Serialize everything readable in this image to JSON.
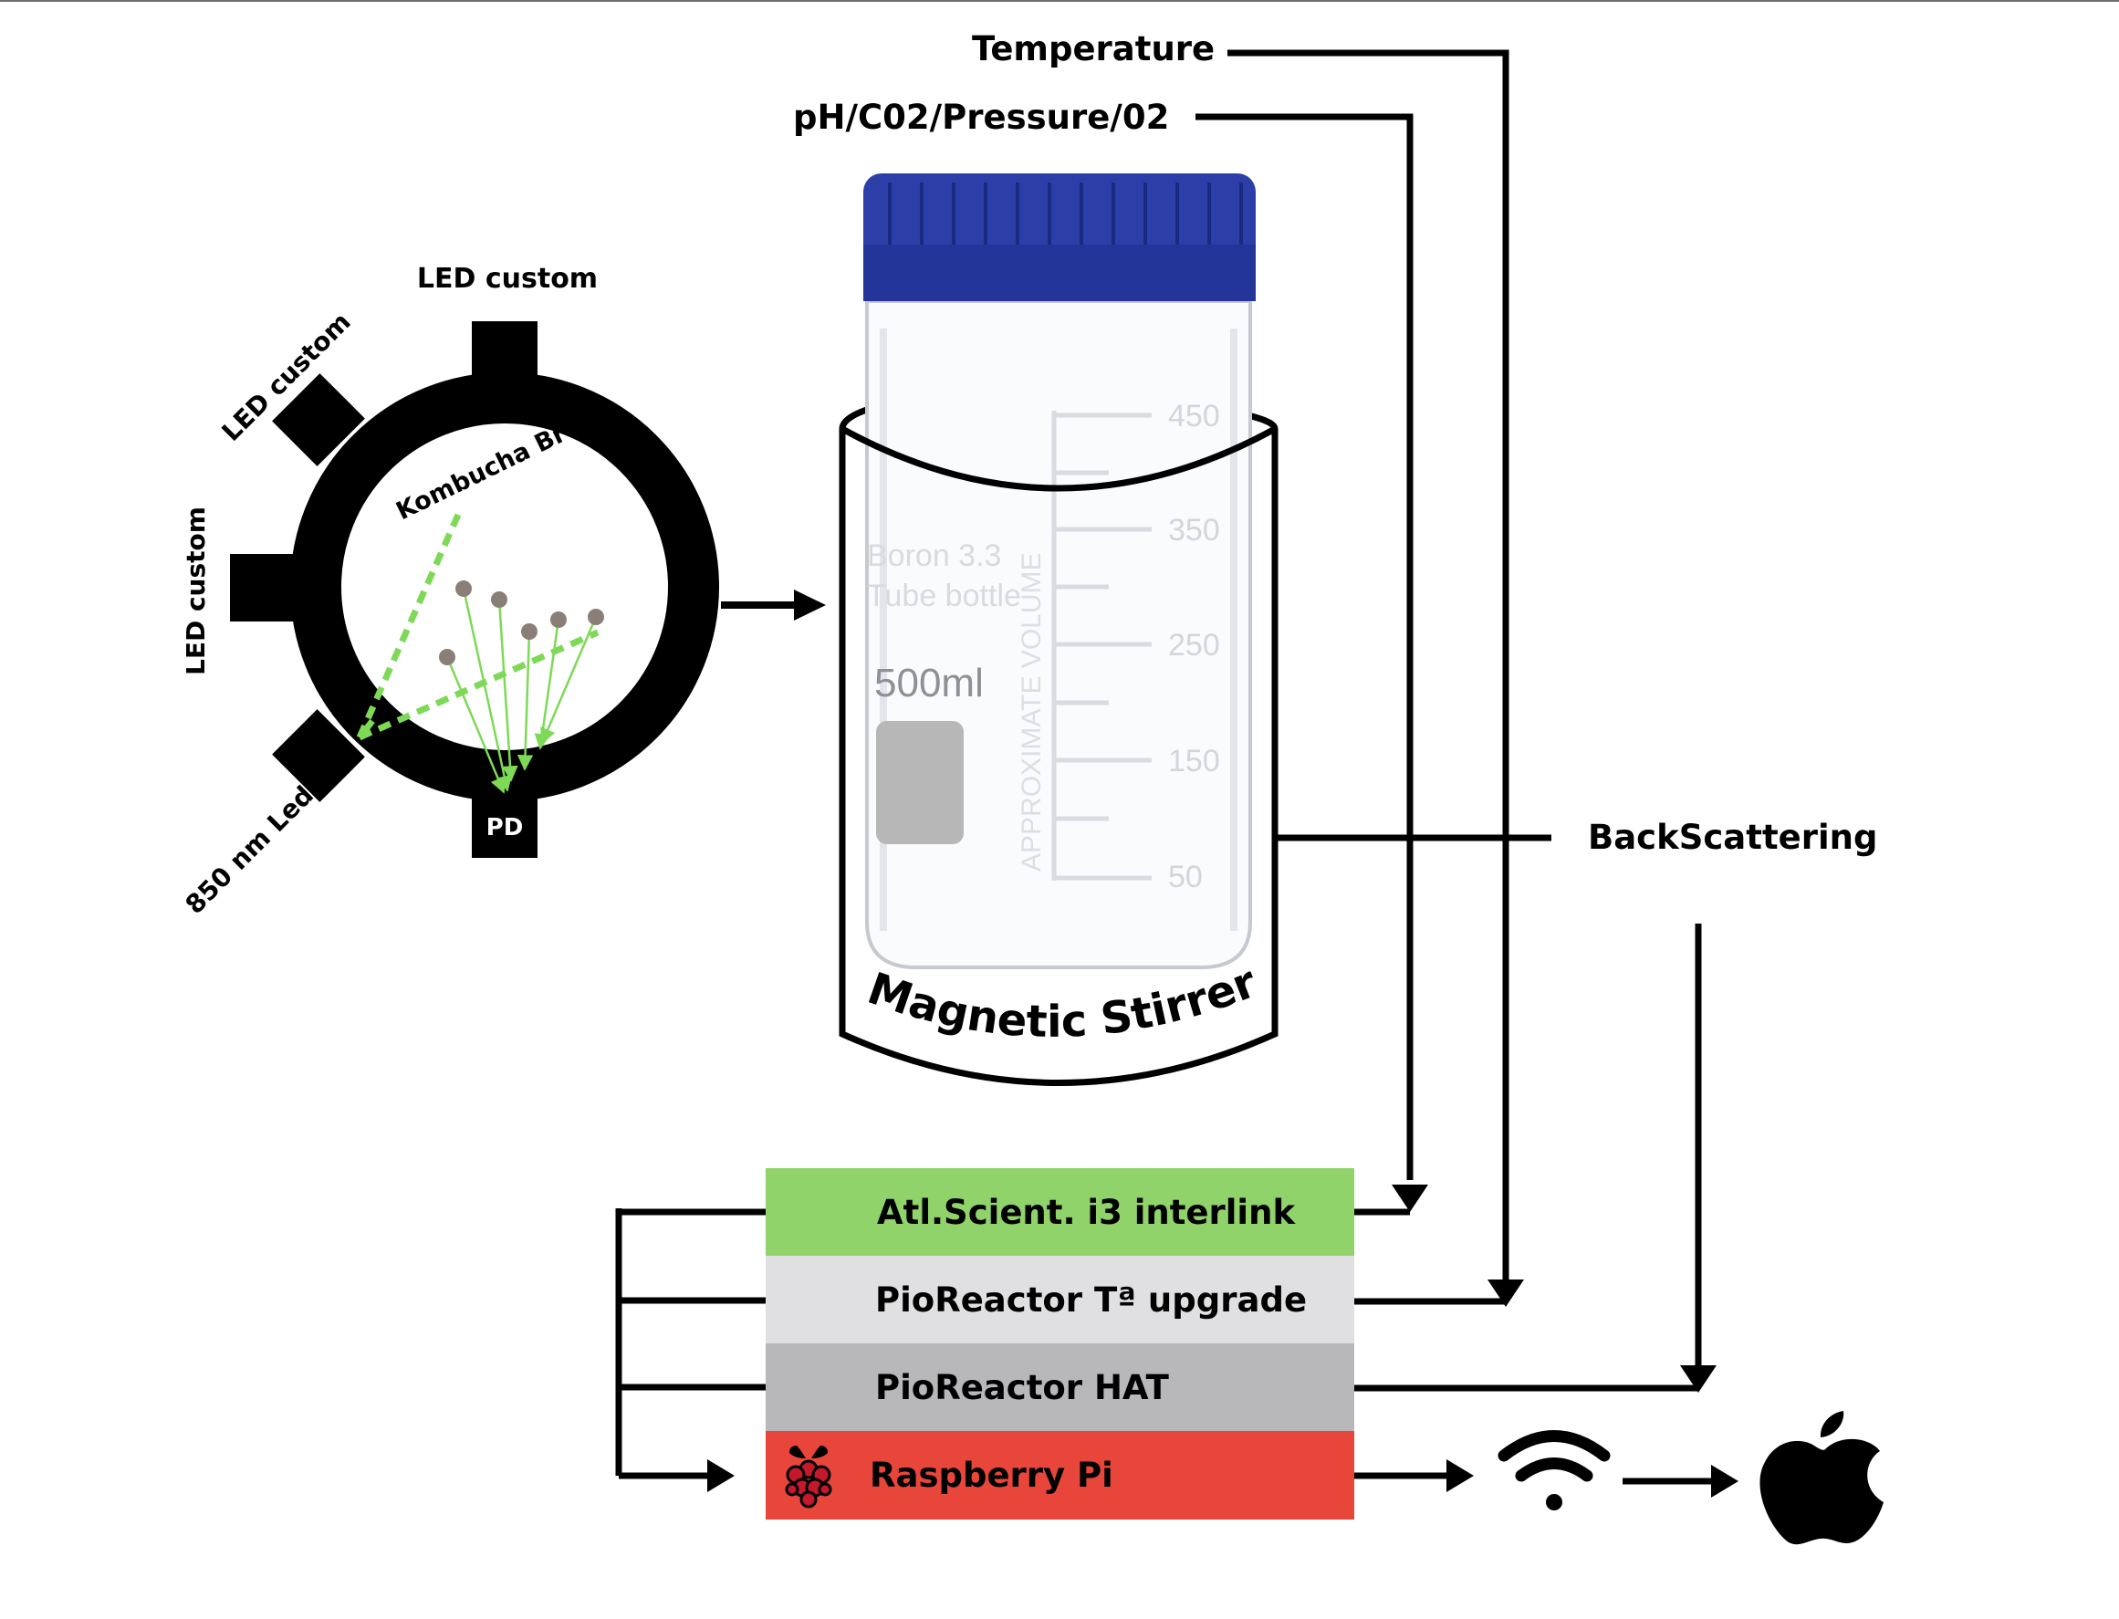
{
  "labels": {
    "temperature": "Temperature",
    "sensors": "pH/C02/Pressure/02",
    "backscattering": "BackScattering",
    "magnetic_stirrer": "Magnetic Stirrer"
  },
  "ring": {
    "led_top": "LED custom",
    "led_upper_left": "LED custom",
    "led_left": "LED custom",
    "led_850": "850 nm Led",
    "photodiode": "PD",
    "medium": "Kombucha Broth"
  },
  "bottle": {
    "brand_line1": "Boron 3.3",
    "brand_line2": "Tube bottle",
    "volume": "500ml",
    "scale_caption": "APPROXIMATE VOLUME",
    "scale_marks": [
      "450",
      "350",
      "250",
      "150",
      "50"
    ]
  },
  "stack": [
    {
      "label": "Atl.Scient. i3 interlink",
      "color": "#8fd36a"
    },
    {
      "label": "PioReactor Tª upgrade",
      "color": "#e0e0e2"
    },
    {
      "label": "PioReactor HAT",
      "color": "#b8b8bb"
    },
    {
      "label": "Raspberry Pi",
      "color": "#e8463b"
    }
  ],
  "icons": {
    "raspberry": "raspberry-pi-logo",
    "wifi": "wifi-icon",
    "apple": "apple-logo"
  },
  "colors": {
    "cap": "#2c3fa8",
    "light_path": "#7ed957",
    "particle": "#8a7e78",
    "line": "#000000"
  }
}
